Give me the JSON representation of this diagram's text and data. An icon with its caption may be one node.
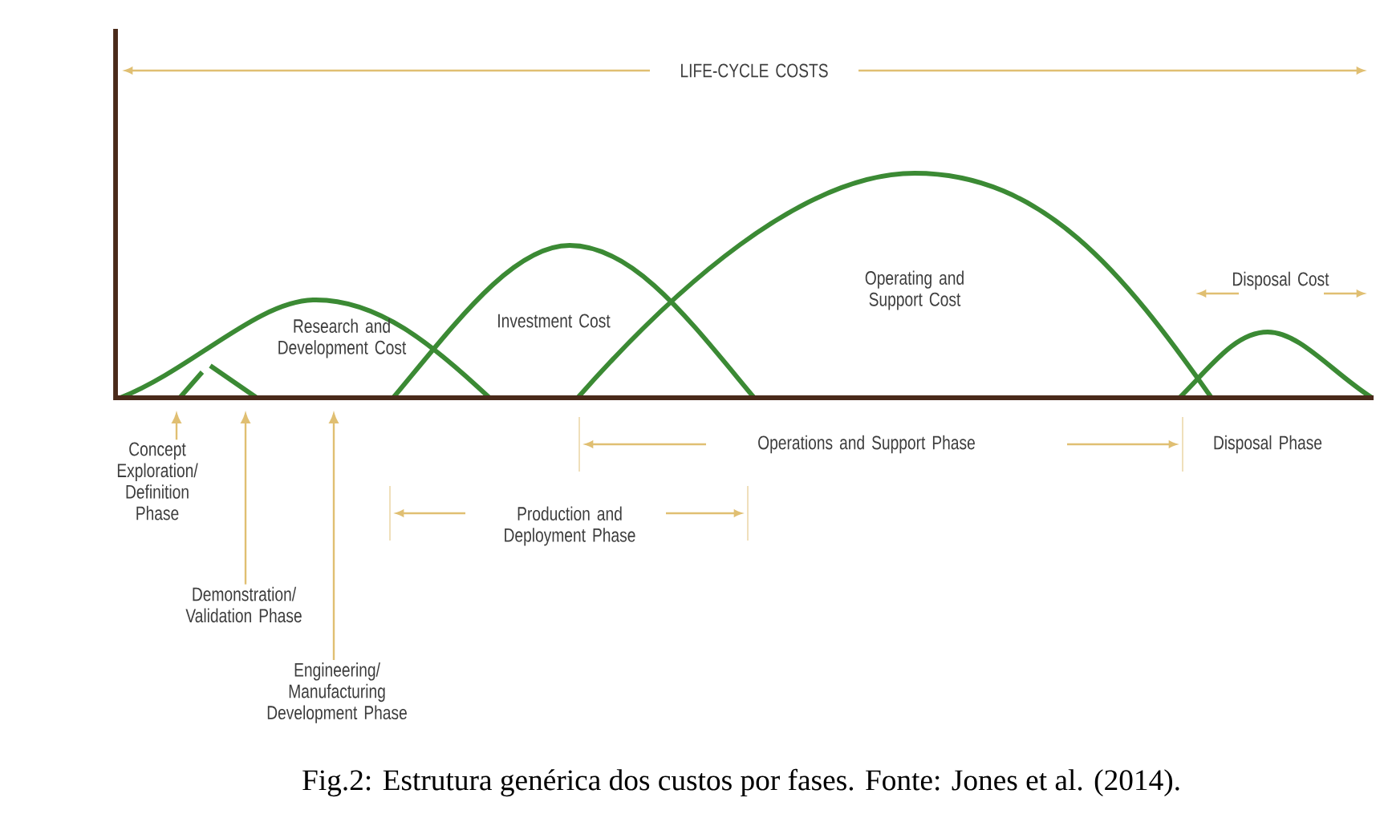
{
  "diagram": {
    "caption": "Fig.2: Estrutura genérica dos custos por fases. Fonte: Jones et al. (2014).",
    "nodes": [
      {
        "text": [
          "Concept Exploration/ Definition Phase"
        ]
      },
      {
        "text": [
          "Demonstration/ Validation Phase"
        ]
      },
      {
        "text": [
          "Engineering/ Manufacturing Development Phase"
        ]
      }
    ],
    "edges": [
      {
        "from": 0,
        "to": null,
        "arrow": "to"
      },
      {
        "from": 1,
        "to": null,
        "arrow": "to"
      },
      {
        "from": 2,
        "to": null,
        "arrow": "to"
      }
    ],
    "labels": [
      "LIFE-CYCLE COSTS",
      "Disposal Cost",
      "Operating and Support Cost",
      "Investment Cost",
      "Research and Development Cost",
      "Operations and Support Phase",
      "Disposal Phase",
      "Production and Deployment Phase"
    ]
  }
}
